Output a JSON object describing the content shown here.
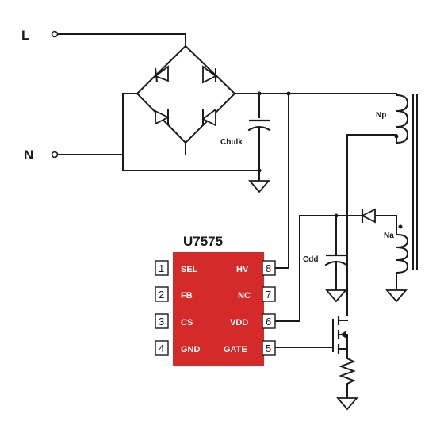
{
  "terminals": {
    "line": "L",
    "neutral": "N"
  },
  "components": {
    "bulk_cap": "Cbulk",
    "vdd_cap": "Cdd",
    "primary_winding": "Np",
    "aux_winding": "Na"
  },
  "ic": {
    "name": "U7575",
    "color": "#d42a2a",
    "pins": [
      {
        "num": "1",
        "name": "SEL"
      },
      {
        "num": "2",
        "name": "FB"
      },
      {
        "num": "3",
        "name": "CS"
      },
      {
        "num": "4",
        "name": "GND"
      },
      {
        "num": "8",
        "name": "HV"
      },
      {
        "num": "7",
        "name": "NC"
      },
      {
        "num": "6",
        "name": "VDD"
      },
      {
        "num": "5",
        "name": "GATE"
      }
    ]
  }
}
